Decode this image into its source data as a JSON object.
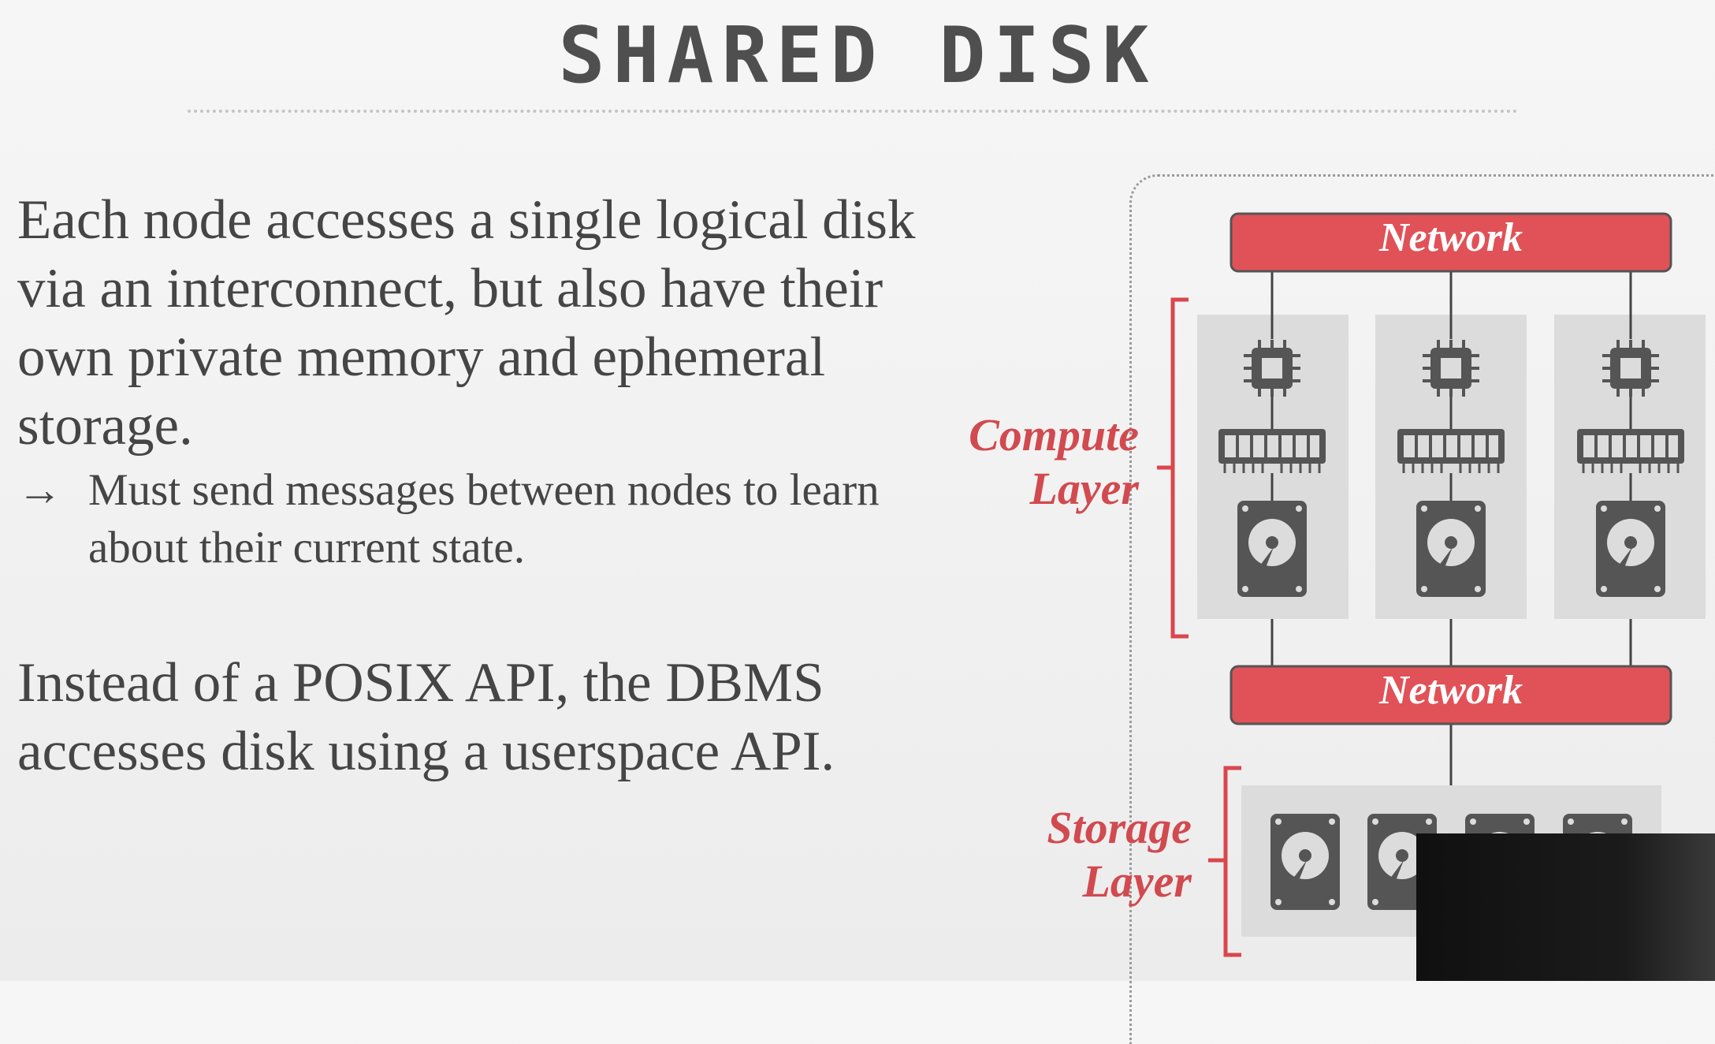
{
  "title": "SHARED DISK",
  "body": {
    "paragraph1": "Each node accesses a single logical disk via an interconnect, but also have their own private memory and ephemeral storage.",
    "bullet_arrow": "→",
    "bullet": "Must send messages between nodes to learn about their current state.",
    "paragraph2": "Instead of a POSIX API, the DBMS accesses disk using a userspace API."
  },
  "diagram": {
    "top_network_label": "Network",
    "bottom_network_label": "Network",
    "compute_layer_label": "Compute Layer",
    "storage_layer_label": "Storage Layer",
    "compute_nodes": [
      {
        "components": [
          "cpu-icon",
          "memory-icon",
          "disk-icon"
        ]
      },
      {
        "components": [
          "cpu-icon",
          "memory-icon",
          "disk-icon"
        ]
      },
      {
        "components": [
          "cpu-icon",
          "memory-icon",
          "disk-icon"
        ]
      }
    ],
    "storage_disks": [
      "disk-icon",
      "disk-icon",
      "disk-icon",
      "disk-icon"
    ]
  },
  "colors": {
    "accent_red": "#e05257",
    "label_red": "#d14a4f",
    "icon_gray": "#555555",
    "panel_gray": "#dcdcdc",
    "text_gray": "#454545"
  }
}
